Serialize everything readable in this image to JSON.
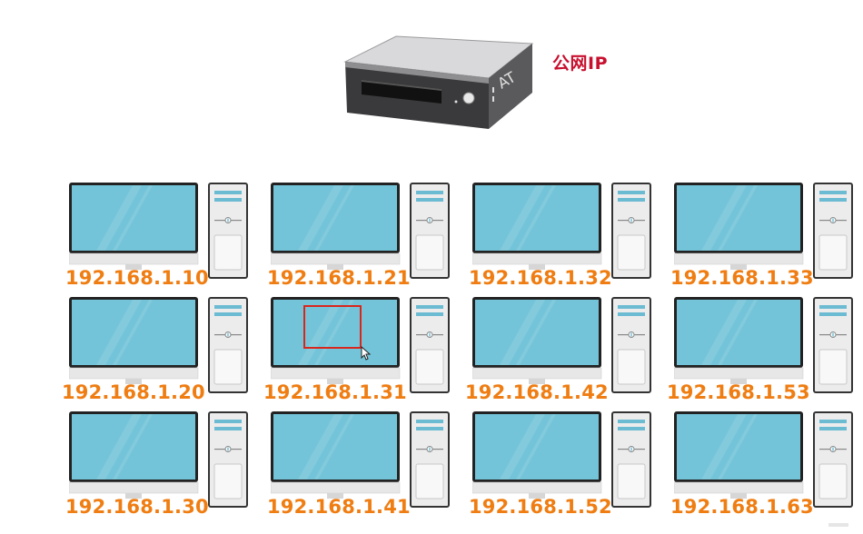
{
  "router": {
    "label": "公网IP",
    "device_icon": "router-box-icon"
  },
  "computers": [
    {
      "ip": "192.168.1.10"
    },
    {
      "ip": "192.168.1.21"
    },
    {
      "ip": "192.168.1.32"
    },
    {
      "ip": "192.168.1.33"
    },
    {
      "ip": "192.168.1.20"
    },
    {
      "ip": "192.168.1.31"
    },
    {
      "ip": "192.168.1.42"
    },
    {
      "ip": "192.168.1.53"
    },
    {
      "ip": "192.168.1.30"
    },
    {
      "ip": "192.168.1.41"
    },
    {
      "ip": "192.168.1.52"
    },
    {
      "ip": "192.168.1.63"
    }
  ],
  "selected_ip": "192.168.1.31",
  "colors": {
    "label_red": "#c8102e",
    "ip_orange": "#ef7d12",
    "screen_blue": "#74c4d9",
    "selection_red": "#d9261c"
  }
}
